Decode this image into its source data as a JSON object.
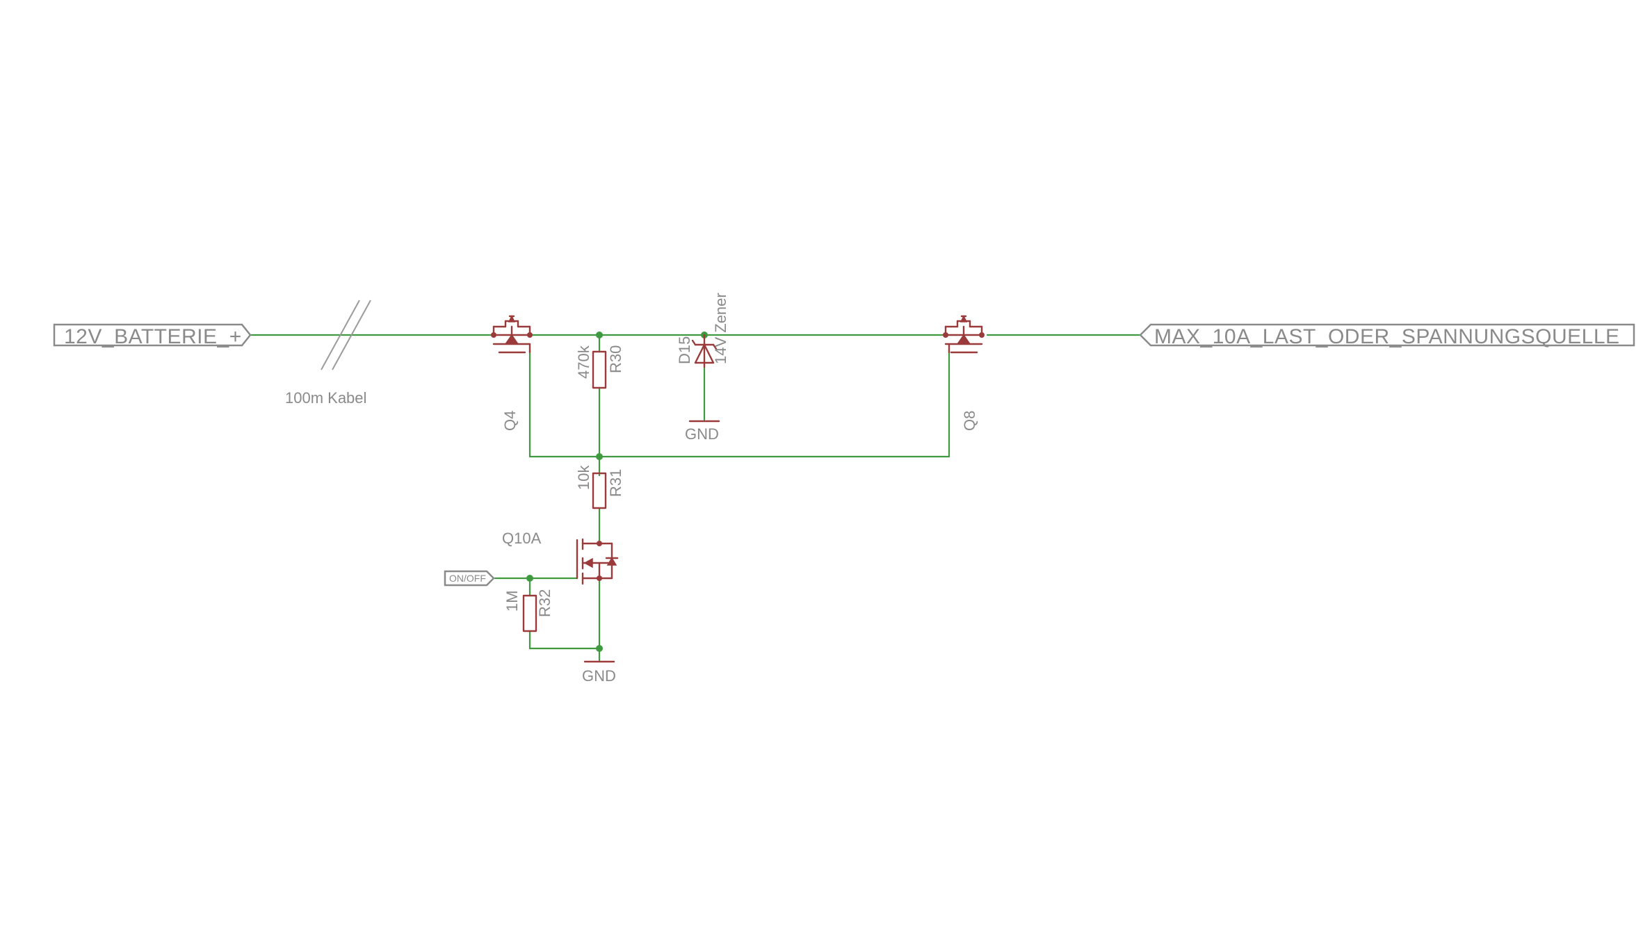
{
  "ports": {
    "battery": "12V_BATTERIE_+",
    "load": "MAX_10A_LAST_ODER_SPANNUNGSQUELLE",
    "on_off": "ON/OFF"
  },
  "cable": {
    "label": "100m Kabel"
  },
  "components": {
    "q4": {
      "ref": "Q4"
    },
    "q8": {
      "ref": "Q8"
    },
    "q10a": {
      "ref": "Q10A"
    },
    "r30": {
      "ref": "R30",
      "value": "470k"
    },
    "r31": {
      "ref": "R31",
      "value": "10k"
    },
    "r32": {
      "ref": "R32",
      "value": "1M"
    },
    "d15": {
      "ref": "D15",
      "value": "14V Zener"
    }
  },
  "grounds": {
    "zener_gnd": "GND",
    "main_gnd": "GND"
  },
  "colors": {
    "wire": "#3f9a3f",
    "part": "#9b3a3a",
    "text": "#8a8a8a",
    "background": "#ffffff"
  }
}
